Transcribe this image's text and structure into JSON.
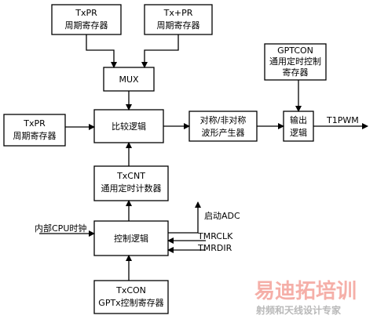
{
  "blocks": {
    "txpr_top": [
      "TxPR",
      "周期寄存器"
    ],
    "txpr_shadow": [
      "Tx+PR",
      "周期寄存器"
    ],
    "gptcon": [
      "GPTCON",
      "通用定时控制",
      "寄存器"
    ],
    "mux": [
      "MUX"
    ],
    "txpr_left": [
      "TxPR",
      "周期寄存器"
    ],
    "compare": [
      "比较逻辑"
    ],
    "waveform": [
      "对称/非对称",
      "波形产生器"
    ],
    "output": [
      "输出",
      "逻辑"
    ],
    "txcnt": [
      "TxCNT",
      "通用定时计数器"
    ],
    "control": [
      "控制逻辑"
    ],
    "txcon": [
      "TxCON",
      "GPTx控制寄存器"
    ]
  },
  "signals": {
    "t1pwm": "T1PWM",
    "start_adc": "启动ADC",
    "internal_clk": "内部CPU时钟",
    "tmrclk": "TMRCLK",
    "tmrdir": "TMRDIR"
  },
  "watermark": {
    "main": "易迪拓培训",
    "sub": "射频和天线设计专家"
  }
}
